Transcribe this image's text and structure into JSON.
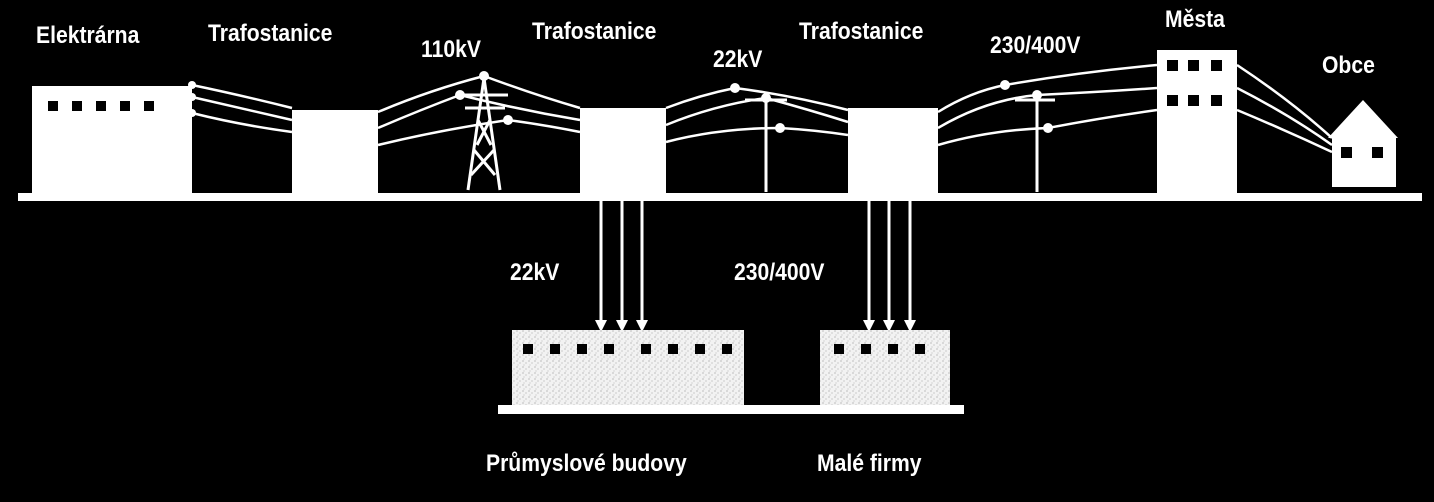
{
  "labels": {
    "elektrarna": "Elektrárna",
    "trafostanice_1": "Trafostanice",
    "kv110": "110kV",
    "trafostanice_2": "Trafostanice",
    "kv22_top": "22kV",
    "trafostanice_3": "Trafostanice",
    "v230_top": "230/400V",
    "mesta": "Města",
    "obce": "Obce",
    "kv22_bottom": "22kV",
    "v230_bottom": "230/400V",
    "prumyslove": "Průmyslové budovy",
    "male_firmy": "Malé firmy"
  }
}
